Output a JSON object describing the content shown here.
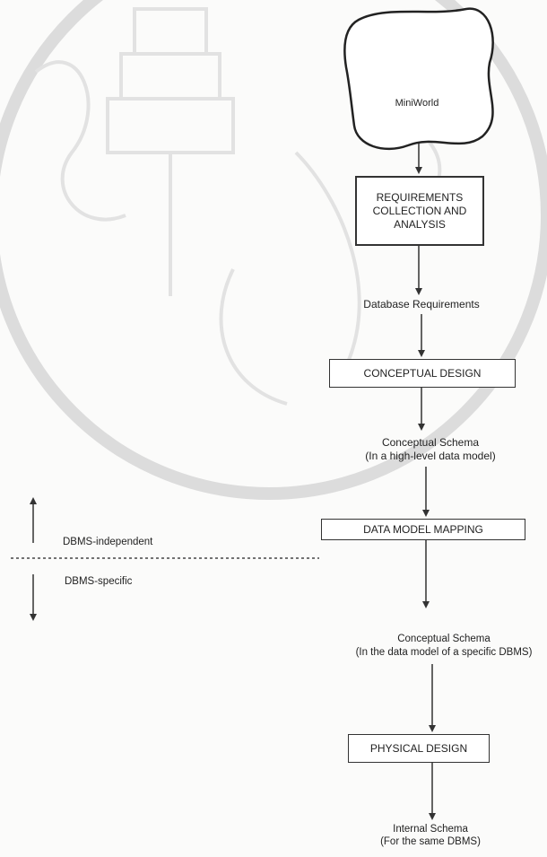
{
  "miniworld": "MiniWorld",
  "steps": {
    "requirements": [
      "REQUIREMENTS",
      "COLLECTION AND",
      "ANALYSIS"
    ],
    "conceptual_design": "CONCEPTUAL DESIGN",
    "data_model_mapping": "DATA MODEL MAPPING",
    "physical_design": "PHYSICAL DESIGN"
  },
  "outputs": {
    "database_requirements": "Database Requirements",
    "conceptual_schema_high": [
      "Conceptual Schema",
      "(In a high-level data model)"
    ],
    "conceptual_schema_specific": [
      "Conceptual Schema",
      "(In the data model of a specific DBMS)"
    ],
    "internal_schema": [
      "Internal Schema",
      "(For the same DBMS)"
    ]
  },
  "divider": {
    "independent": "DBMS-independent",
    "specific": "DBMS-specific"
  },
  "colors": {
    "ink": "#222222",
    "line": "#333333",
    "watermark": "#d6d6d6"
  }
}
